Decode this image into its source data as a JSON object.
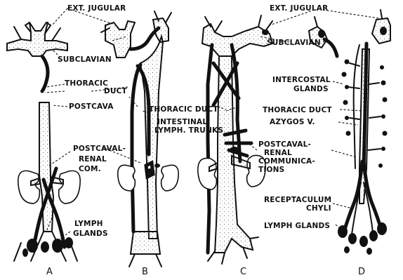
{
  "labels": {
    "ext_jugular_left": "EXT. JUGULAR",
    "ext_jugular_right": "EXT. JUGULAR",
    "subclavian_left": "SUBCLAVIAN",
    "subclavian_right": "SUBCLAVIAN",
    "thoracic_a": "THORACIC",
    "duct_a": "DUCT",
    "postcava": "POSTCAVA",
    "thoracic_duct_b": "THORACIC DUCT",
    "intestinal": "INTESTINAL",
    "lymph_trunks": "LYMPH. TRUNKS",
    "postcaval_a": "POSTCAVAL-",
    "renal_a": "RENAL",
    "com_a": "COM.",
    "lymph_a": "LYMPH",
    "glands_a": "GLANDS",
    "intercostal": "INTERCOSTAL",
    "glands_d": "GLANDS",
    "thoracic_duct_d": "THORACIC DUCT",
    "azygos": "AZYGOS V.",
    "postcaval_c": "POSTCAVAL-",
    "renal_c": "RENAL",
    "communica": "COMMUNICA-",
    "tions": "TIONS",
    "receptaculum": "RECEPTACULUM",
    "chyli": "CHYLI",
    "lymph_glands_d": "LYMPH GLANDS"
  },
  "panels": [
    "A",
    "B",
    "C",
    "D"
  ]
}
